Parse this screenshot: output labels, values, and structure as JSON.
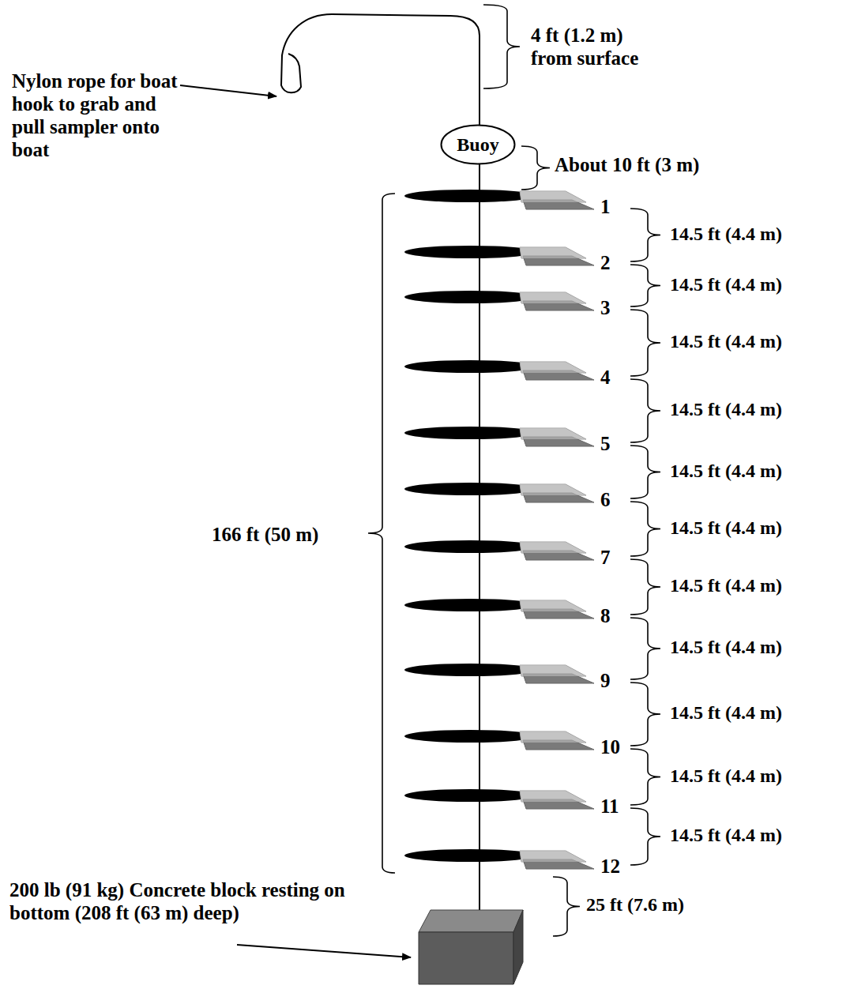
{
  "diagram": {
    "nodes": [
      {
        "text": [
          "Buoy"
        ]
      }
    ],
    "labels": [
      "Nylon rope for boat hook to grab and pull sampler onto boat",
      "4 ft (1.2 m) from surface",
      "About 10 ft (3 m)",
      "166 ft (50 m)",
      "1",
      "2",
      "3",
      "4",
      "5",
      "6",
      "7",
      "8",
      "9",
      "10",
      "11",
      "12",
      "14.5 ft (4.4 m)",
      "14.5 ft (4.4 m)",
      "14.5 ft (4.4 m)",
      "14.5 ft (4.4 m)",
      "14.5 ft (4.4 m)",
      "14.5 ft (4.4 m)",
      "14.5 ft (4.4 m)",
      "14.5 ft (4.4 m)",
      "14.5 ft (4.4 m)",
      "14.5 ft (4.4 m)",
      "14.5 ft (4.4 m)",
      "25 ft (7.6 m)",
      "200 lb (91 kg) Concrete block resting on bottom (208 ft (63 m) deep)"
    ]
  }
}
